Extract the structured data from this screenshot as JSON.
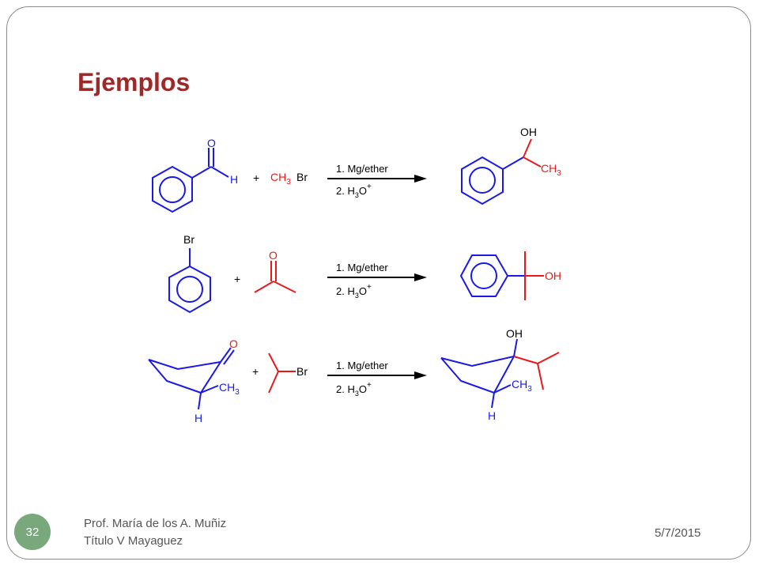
{
  "slide": {
    "title": "Ejemplos",
    "footer": {
      "author_line1": "Prof. María de los A. Muñiz",
      "author_line2": "Título V Mayaguez",
      "date": "5/7/2015",
      "page_number": "32"
    }
  },
  "scheme": {
    "colors": {
      "reactant": "#1a1ae6",
      "reagent": "#e61a1a",
      "text": "#000000"
    },
    "reactions": [
      {
        "plus": "+",
        "conditions": {
          "step1": "1.  Mg/ether",
          "step2_prefix": "2.  H",
          "step2_sub": "3",
          "step2_suffix": "O",
          "step2_sup": "+"
        },
        "reactant_labels": {
          "o": "O",
          "h": "H"
        },
        "reagent_labels": {
          "ch": "CH",
          "sub": "3",
          "br": "Br"
        },
        "product_labels": {
          "oh": "OH",
          "ch": "CH",
          "sub": "3"
        }
      },
      {
        "plus": "+",
        "conditions": {
          "step1": "1.  Mg/ether",
          "step2_prefix": "2.  H",
          "step2_sub": "3",
          "step2_suffix": "O",
          "step2_sup": "+"
        },
        "reactant_labels": {
          "br": "Br"
        },
        "reagent_labels": {
          "o": "O"
        },
        "product_labels": {
          "oh": "OH"
        }
      },
      {
        "plus": "+",
        "conditions": {
          "step1": "1.  Mg/ether",
          "step2_prefix": "2.  H",
          "step2_sub": "3",
          "step2_suffix": "O",
          "step2_sup": "+"
        },
        "reactant_labels": {
          "o": "O",
          "ch": "CH",
          "sub": "3",
          "h": "H"
        },
        "reagent_labels": {
          "br": "Br"
        },
        "product_labels": {
          "oh": "OH",
          "ch": "CH",
          "sub": "3",
          "h": "H"
        }
      }
    ]
  }
}
